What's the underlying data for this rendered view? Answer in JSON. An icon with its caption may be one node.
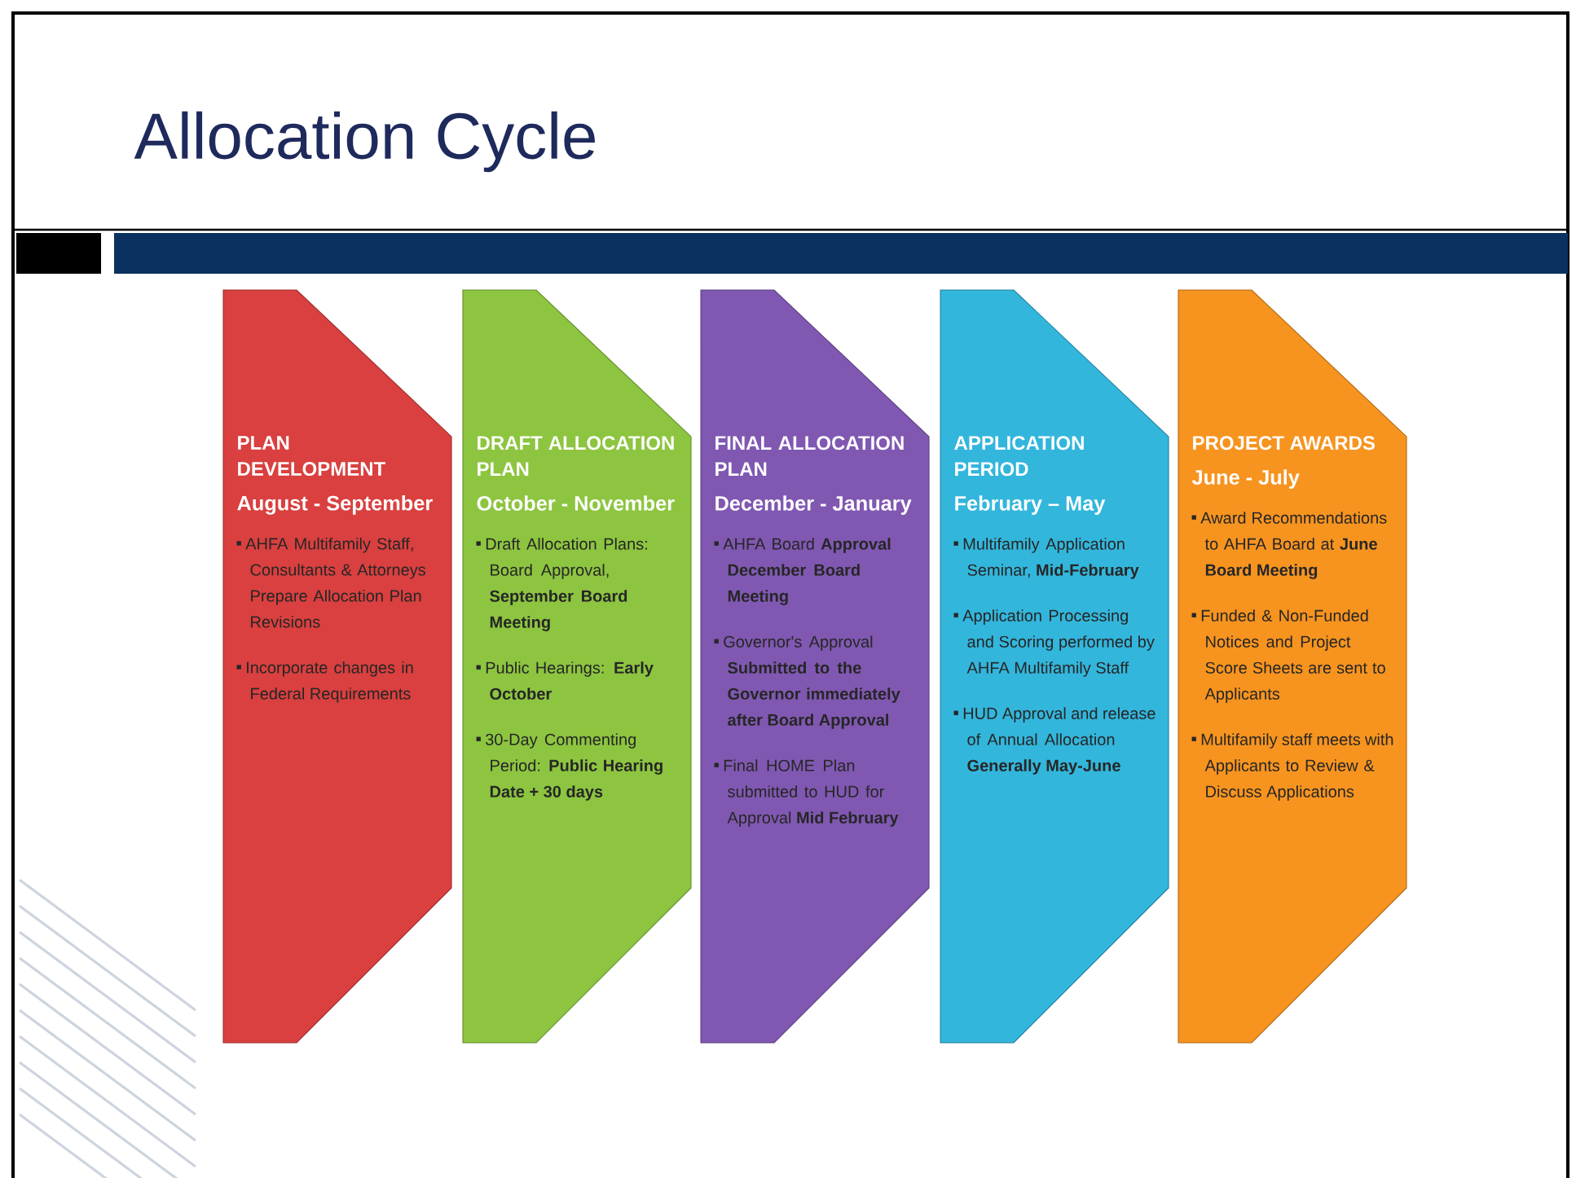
{
  "diagram": {
    "title": "Allocation Cycle",
    "nodes": [
      {
        "text": [
          "PLAN DEVELOPMENT",
          "August - September",
          "AHFA Multifamily Staff, Consultants & Attorneys Prepare Allocation Plan Revisions",
          "Incorporate changes in Federal Requirements"
        ]
      },
      {
        "text": [
          "DRAFT ALLOCATION PLAN",
          "October - November",
          "Draft Allocation Plans: Board Approval, **September Board Meeting**",
          "Public Hearings: **Early October**",
          "30-Day Commenting Period: **Public Hearing Date + 30 days**"
        ]
      },
      {
        "text": [
          "FINAL ALLOCATION PLAN",
          "December - January",
          "AHFA Board **Approval December Board Meeting**",
          "Governor's Approval **Submitted to the Governor immediately after Board Approval**",
          "Final HOME Plan submitted to HUD for Approval **Mid February**"
        ]
      },
      {
        "text": [
          "APPLICATION PERIOD",
          "February – May",
          "Multifamily Application Seminar, **Mid-February**",
          "Application Processing and Scoring performed by AHFA Multifamily Staff",
          "HUD Approval and release of Annual Allocation **Generally May-June**"
        ]
      },
      {
        "text": [
          "PROJECT AWARDS",
          "June - July",
          "Award Recommendations to AHFA Board at **June Board Meeting**",
          "Funded & Non-Funded Notices and Project Score Sheets are sent to Applicants",
          "Multifamily staff meets with Applicants to Review & Discuss Applications"
        ]
      }
    ]
  }
}
